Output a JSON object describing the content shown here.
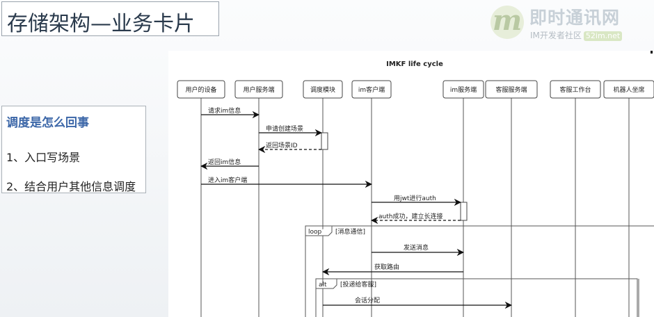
{
  "slide": {
    "title": "存储架构—业务卡片"
  },
  "logo": {
    "mark": "m",
    "name": "即时通讯网",
    "subtitle": "IM开发者社区",
    "badge": "52im.net"
  },
  "sidebar": {
    "heading": "调度是怎么回事",
    "items": [
      "1、入口写场景",
      "2、结合用户其他信息调度"
    ]
  },
  "diagram": {
    "title": "IMKF life cycle",
    "participants": [
      "用户的设备",
      "用户服务端",
      "调度模块",
      "im客户端",
      "im服务端",
      "客服服务端",
      "客服工作台",
      "机器人坐席"
    ],
    "messages": [
      {
        "from": 0,
        "to": 1,
        "label": "请求im信息",
        "dashed": false
      },
      {
        "from": 1,
        "to": 2,
        "label": "申请创建场景",
        "dashed": false
      },
      {
        "from": 2,
        "to": 1,
        "label": "返回场景ID",
        "dashed": true
      },
      {
        "from": 1,
        "to": 0,
        "label": "返回im信息",
        "dashed": false
      },
      {
        "from": 0,
        "to": 3,
        "label": "进入im客户端",
        "dashed": false
      },
      {
        "from": 3,
        "to": 4,
        "label": "用jwt进行auth",
        "dashed": false
      },
      {
        "from": 4,
        "to": 3,
        "label": "auth成功，建立长连接",
        "dashed": true
      },
      {
        "from": 3,
        "to": 4,
        "label": "发送消息",
        "dashed": false
      },
      {
        "from": 4,
        "to": 2,
        "label": "获取路由",
        "dashed": false
      },
      {
        "from": 2,
        "to": 5,
        "label": "会话分配",
        "dashed": false
      }
    ],
    "fragments": [
      {
        "keyword": "loop",
        "guard": "[消息通信]"
      },
      {
        "keyword": "alt",
        "guard": "[投递给客服]"
      }
    ]
  }
}
